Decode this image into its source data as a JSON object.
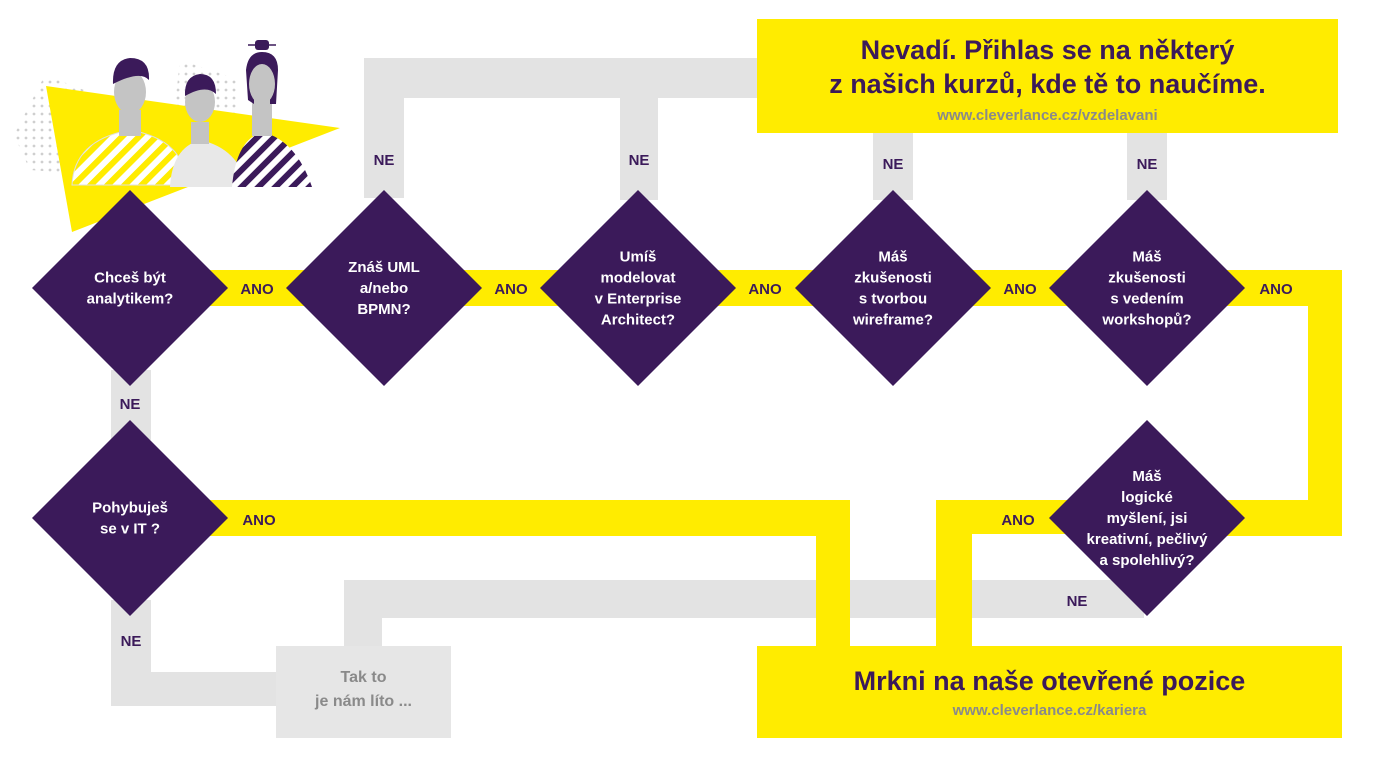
{
  "colors": {
    "yellow": "#ffec00",
    "purple": "#3b1a5a",
    "gray": "#e3e3e3",
    "gray_text": "#8a8a8a"
  },
  "nodes": {
    "q1": [
      "Chceš být",
      "analytikem?"
    ],
    "q2": [
      "Znáš UML",
      "a/nebo",
      "BPMN?"
    ],
    "q3": [
      "Umíš",
      "modelovat",
      "v Enterprise",
      "Architect?"
    ],
    "q4": [
      "Máš",
      "zkušenosti",
      "s tvorbou",
      "wireframe?"
    ],
    "q5": [
      "Máš",
      "zkušenosti",
      "s vedením",
      "workshopů?"
    ],
    "q6": [
      "Pohybuješ",
      "se v IT ?"
    ],
    "q7": [
      "Máš",
      "logické",
      "myšlení, jsi",
      "kreativní, pečlivý",
      "a spolehlivý?"
    ]
  },
  "edges": {
    "yes": "ANO",
    "no": "NE"
  },
  "boxes": {
    "top": {
      "line1": "Nevadí. Přihlas se na některý",
      "line2": "z našich kurzů, kde tě to naučíme.",
      "url": "www.cleverlance.cz/vzdelavani"
    },
    "bottom": {
      "title": "Mrkni na naše otevřené pozice",
      "url": "www.cleverlance.cz/kariera"
    },
    "sorry": {
      "line1": "Tak to",
      "line2": "je nám líto ..."
    }
  },
  "illustration": {
    "figures": [
      "person-1-icon",
      "person-2-icon",
      "person-3-icon"
    ]
  }
}
